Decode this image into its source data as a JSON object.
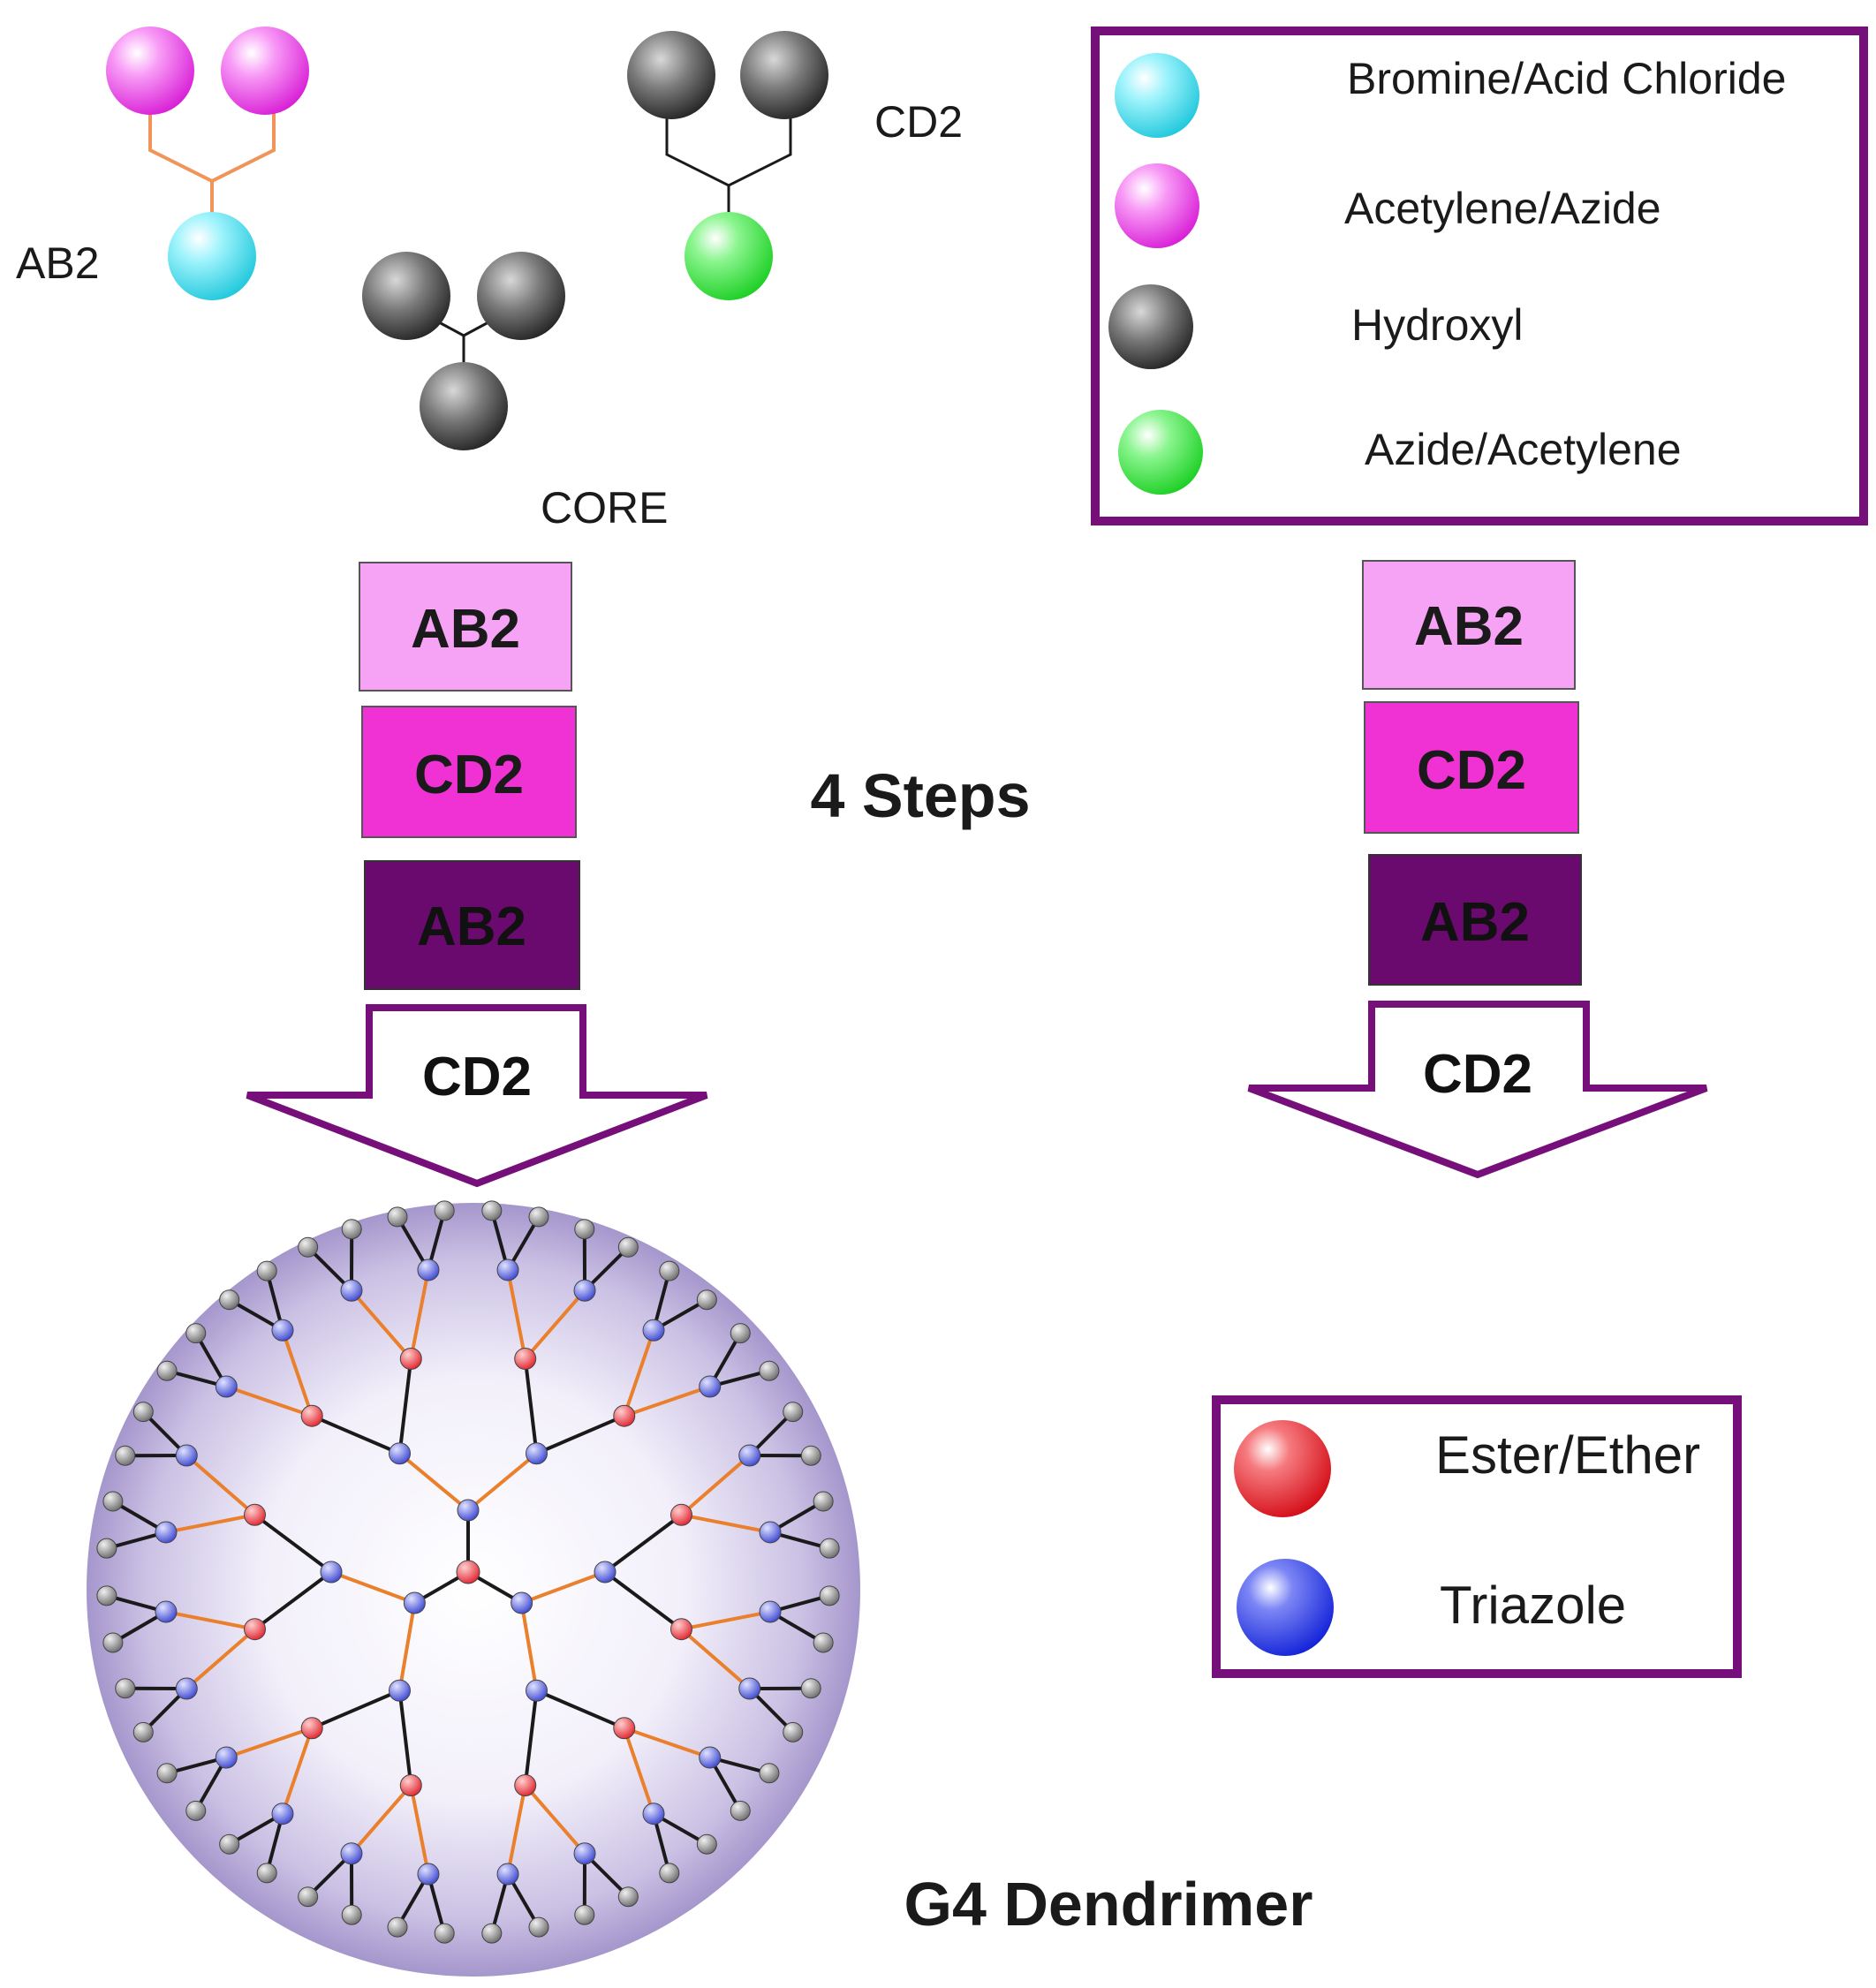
{
  "monomers": {
    "ab2_label": "AB2",
    "cd2_label": "CD2",
    "core_label": "CORE"
  },
  "legend_top": {
    "items": [
      {
        "label": "Bromine/Acid Chloride",
        "color": "#3fdcf0"
      },
      {
        "label": "Acetylene/Azide",
        "color": "#f23cf0"
      },
      {
        "label": "Hydroxyl",
        "color": "#3a3a3a"
      },
      {
        "label": "Azide/Acetylene",
        "color": "#33e03a"
      }
    ]
  },
  "legend_bottom": {
    "items": [
      {
        "label": "Ester/Ether",
        "color": "#e8141e"
      },
      {
        "label": "Triazole",
        "color": "#1c2ee8"
      }
    ]
  },
  "left_stack": [
    "AB2",
    "CD2",
    "AB2"
  ],
  "left_arrow_label": "CD2",
  "right_stack": [
    "AB2",
    "CD2",
    "AB2"
  ],
  "right_arrow_label": "CD2",
  "steps_label": "4 Steps",
  "product_label": "G4 Dendrimer",
  "colors": {
    "box_light": "#f7a3f5",
    "box_mid": "#f032d4",
    "box_dark": "#6a0a6e",
    "frame": "#760f7a",
    "ab2_link": "#f0945a",
    "dend_orange": "#ea7f2c",
    "dend_black": "#1a1a1a",
    "sphere_bg": "#b9acd6"
  }
}
